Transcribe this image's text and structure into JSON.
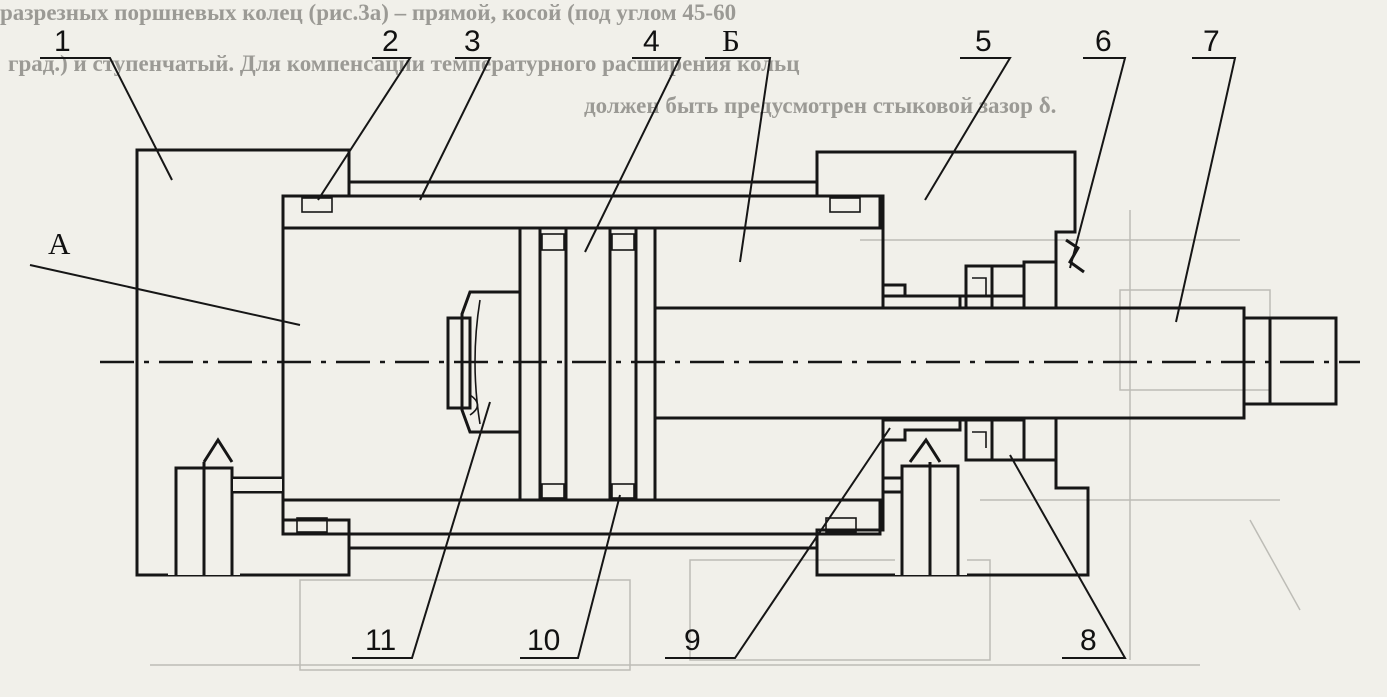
{
  "background_text": {
    "line1": "разрезных поршневых колец (рис.3а) – прямой, косой (под углом 45-60",
    "line2": "град.) и ступенчатый. Для компенсации температурного расширения кольц",
    "line3": "должен быть предусмотрен стыковой зазор δ."
  },
  "callouts": {
    "c1": "1",
    "c2": "2",
    "c3": "3",
    "c4": "4",
    "cB": "Б",
    "c5": "5",
    "c6": "6",
    "c7": "7",
    "cA": "А",
    "c11": "11",
    "c10": "10",
    "c9": "9",
    "c8": "8"
  },
  "colors": {
    "paper": "#f1f0ea",
    "ink": "#161616",
    "faded": "#9b9a95"
  }
}
